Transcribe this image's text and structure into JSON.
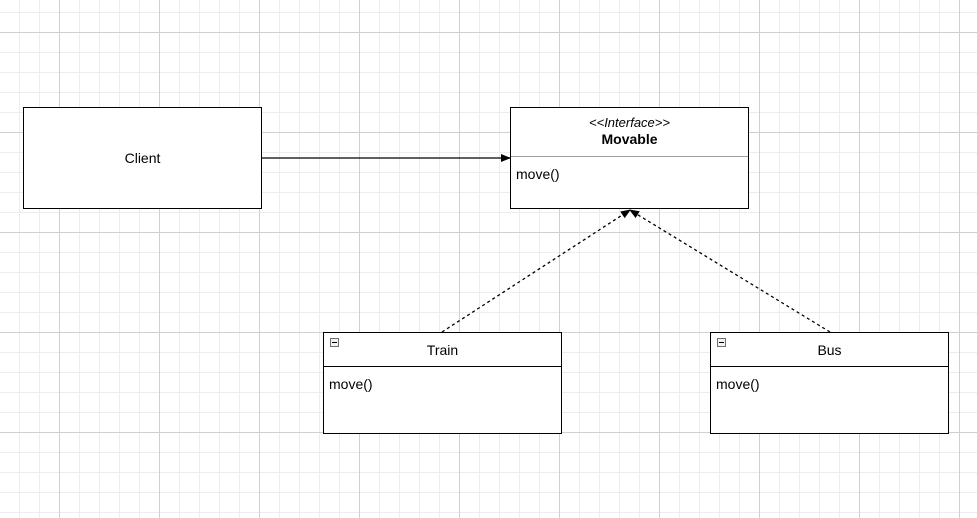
{
  "diagram": {
    "client": {
      "label": "Client"
    },
    "interface": {
      "stereotype": "<<Interface>>",
      "name": "Movable",
      "operation": "move()"
    },
    "classes": [
      {
        "name": "Train",
        "operation": "move()"
      },
      {
        "name": "Bus",
        "operation": "move()"
      }
    ],
    "connectors": [
      {
        "from": "Client",
        "to": "Movable",
        "style": "solid",
        "head": "filled-arrow"
      },
      {
        "from": "Train",
        "to": "Movable",
        "style": "dashed",
        "head": "filled-arrow"
      },
      {
        "from": "Bus",
        "to": "Movable",
        "style": "dashed",
        "head": "filled-arrow"
      }
    ]
  }
}
